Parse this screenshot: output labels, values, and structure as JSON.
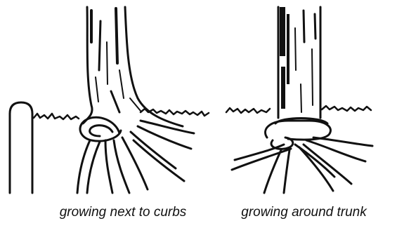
{
  "panels": [
    {
      "caption": "growing next to curbs",
      "icon": "curb-girdling-roots"
    },
    {
      "caption": "growing around trunk",
      "icon": "trunk-girdling-roots"
    }
  ],
  "colors": {
    "ink": "#111111",
    "background": "#ffffff"
  }
}
